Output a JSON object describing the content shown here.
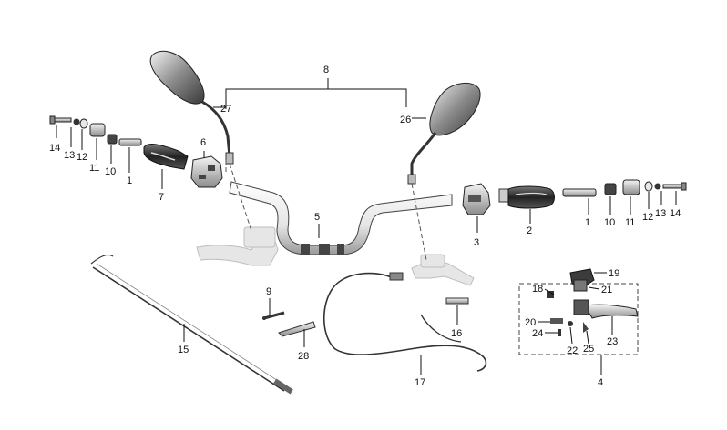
{
  "labels": {
    "p1a": "1",
    "p1b": "1",
    "p2": "2",
    "p3": "3",
    "p4": "4",
    "p5": "5",
    "p6": "6",
    "p7": "7",
    "p8": "8",
    "p9": "9",
    "p10a": "10",
    "p10b": "10",
    "p11a": "11",
    "p11b": "11",
    "p12a": "12",
    "p12b": "12",
    "p13a": "13",
    "p13b": "13",
    "p14a": "14",
    "p14b": "14",
    "p15": "15",
    "p16": "16",
    "p17": "17",
    "p18": "18",
    "p19": "19",
    "p20": "20",
    "p21": "21",
    "p22": "22",
    "p23": "23",
    "p24": "24",
    "p25": "25",
    "p26": "26",
    "p27": "27",
    "p28": "28"
  }
}
